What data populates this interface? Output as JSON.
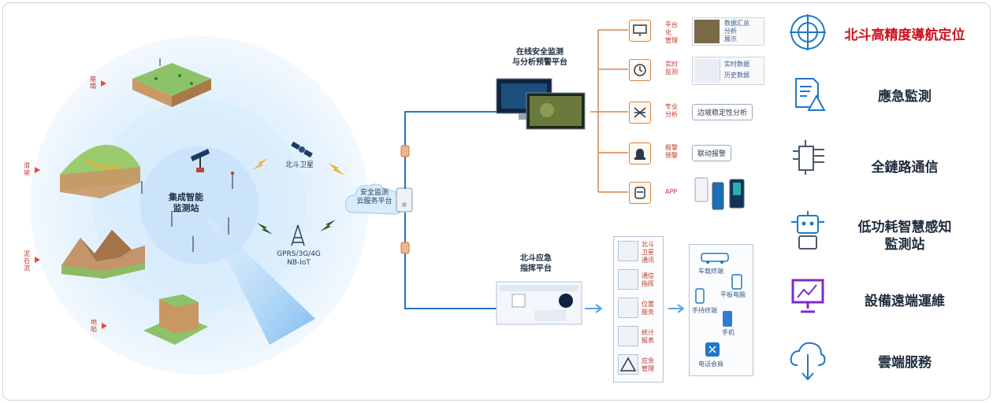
{
  "left": {
    "center_station": "集成智能\n监测站",
    "beidou_satellite": "北斗卫星",
    "network": "GPRS/3G/4G\nNB-IoT",
    "terrain_labels": [
      "崩塌",
      "滑坡",
      "泥石流",
      "地陷"
    ]
  },
  "cloud": {
    "label": "安全监测\n云服务平台"
  },
  "top_platform": {
    "title": "在线安全监测\n与分析预警平台",
    "branches": [
      {
        "label": "平台化\n管理",
        "icon": "monitor-icon",
        "detail_type": "image",
        "detail_lines": [
          "数据汇总",
          "分析",
          "展示"
        ]
      },
      {
        "label": "实时\n监测",
        "icon": "clock-icon",
        "detail_type": "image",
        "detail_lines": [
          "实时数据",
          "历史数据"
        ]
      },
      {
        "label": "专业\n分析",
        "icon": "analysis-icon",
        "detail_type": "pill",
        "detail": "边坡稳定性分析"
      },
      {
        "label": "报警\n预警",
        "icon": "alarm-icon",
        "detail_type": "pill",
        "detail": "联动报警"
      },
      {
        "label": "APP",
        "icon": "app-icon",
        "detail_type": "phones"
      }
    ]
  },
  "bottom_platform": {
    "title": "北斗应急\n指挥平台",
    "functions": [
      {
        "label": "北斗\n卫星\n通讯",
        "icon": "satellite-icon"
      },
      {
        "label": "通信\n指挥",
        "icon": "network-icon"
      },
      {
        "label": "位置\n服务",
        "icon": "location-icon"
      },
      {
        "label": "统计\n报表",
        "icon": "chart-icon"
      },
      {
        "label": "应急\n管理",
        "icon": "warning-icon"
      }
    ],
    "terminals": [
      "车载终端",
      "手持终端",
      "平板电脑",
      "手机",
      "电话会商"
    ]
  },
  "features": [
    {
      "label": "北斗高精度導航定位",
      "icon": "target-icon",
      "color": "#d0121b"
    },
    {
      "label": "應急監測",
      "icon": "document-alert-icon",
      "color": "#1f2d3d"
    },
    {
      "label": "全鏈路通信",
      "icon": "circuit-icon",
      "color": "#1f2d3d"
    },
    {
      "label": "低功耗智慧感知\n監測站",
      "icon": "robot-icon",
      "color": "#1f2d3d"
    },
    {
      "label": "設備遠端運維",
      "icon": "remote-screen-icon",
      "color": "#1f2d3d"
    },
    {
      "label": "雲端服務",
      "icon": "cloud-download-icon",
      "color": "#1f2d3d"
    }
  ],
  "colors": {
    "accent_blue": "#1f78c8",
    "line_orange": "#d9844a",
    "title_red": "#d0121b",
    "purple": "#7d2bd0"
  }
}
